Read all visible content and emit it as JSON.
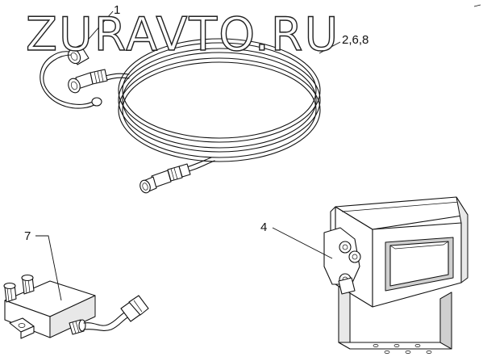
{
  "watermark": {
    "text": "ZURAVTO.RU"
  },
  "callouts": {
    "part_1": "1",
    "parts_2_6_8": "2,6,8",
    "part_4": "4",
    "part_7": "7"
  }
}
